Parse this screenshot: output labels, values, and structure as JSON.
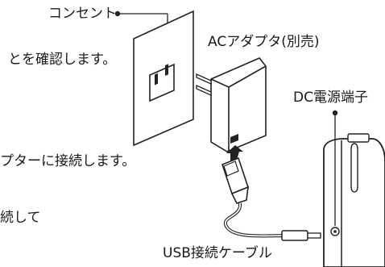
{
  "instructions": {
    "line1": "とを確認します。",
    "line2": "プターに接続します。",
    "line3": "続して"
  },
  "labels": {
    "outlet": "コンセント",
    "ac_adapter": "ACアダプタ(別売)",
    "dc_jack": "DC電源端子",
    "usb_cable": "USB接続ケーブル"
  }
}
